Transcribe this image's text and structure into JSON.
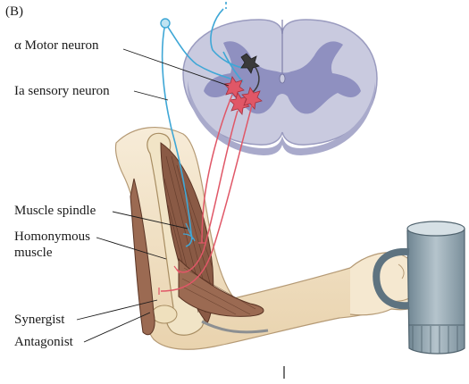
{
  "figure": {
    "panel_label": "(B)",
    "labels": {
      "alpha_motor_neuron": "α Motor neuron",
      "ia_sensory_neuron": "Ia sensory neuron",
      "muscle_spindle": "Muscle spindle",
      "homonymous_muscle": "Homonymous muscle",
      "synergist": "Synergist",
      "antagonist": "Antagonist"
    }
  },
  "colors": {
    "sensory": "#3fa7d6",
    "motor": "#e05767",
    "interneuron": "#3a3a3a",
    "gray_matter": "#8f90c0",
    "white_matter": "#c9cadf",
    "skin": "#f4e6cd",
    "muscle": "#8a5a45",
    "mug": "#8da1ad"
  }
}
